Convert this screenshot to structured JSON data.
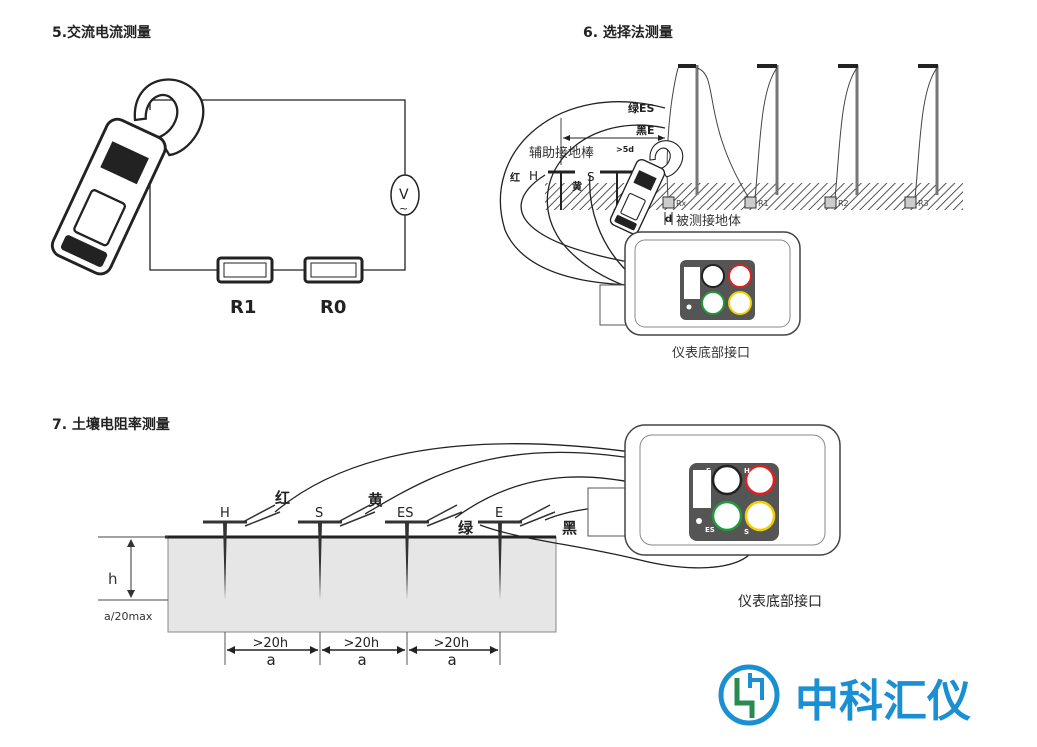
{
  "section5": {
    "title": "5.交流电流测量",
    "r1": "R1",
    "r0": "R0",
    "voltmeter": "V"
  },
  "section6": {
    "title": "6. 选择法测量",
    "green_es": "绿ES",
    "black_e": "黑E",
    "distance": ">5d",
    "aux_rod": "辅助接地棒",
    "red": "红",
    "h": "H",
    "yellow": "黄",
    "s": "S",
    "d": "d",
    "measured_body": "被测接地体",
    "r_labels": [
      "Rx",
      "R1",
      "R2",
      "R3"
    ],
    "port_label": "仪表底部接口"
  },
  "section7": {
    "title": "7. 土壤电阻率测量",
    "electrodes": [
      "H",
      "S",
      "ES",
      "E"
    ],
    "colors": [
      "红",
      "黄",
      "绿",
      "黑"
    ],
    "h": "h",
    "depth": "a/20max",
    "spacing_top": ">20h",
    "spacing_bottom": "a",
    "port_label": "仪表底部接口"
  },
  "terminals": {
    "e": "E",
    "h": "H",
    "es": "ES",
    "s": "S"
  },
  "terminal_colors": {
    "e": "#222222",
    "h": "#e02020",
    "es": "#1f9a3a",
    "s": "#f0d000"
  },
  "logo": {
    "text": "中科汇仪",
    "color": "#1b8fd4",
    "accent": "#2a8a4f"
  }
}
